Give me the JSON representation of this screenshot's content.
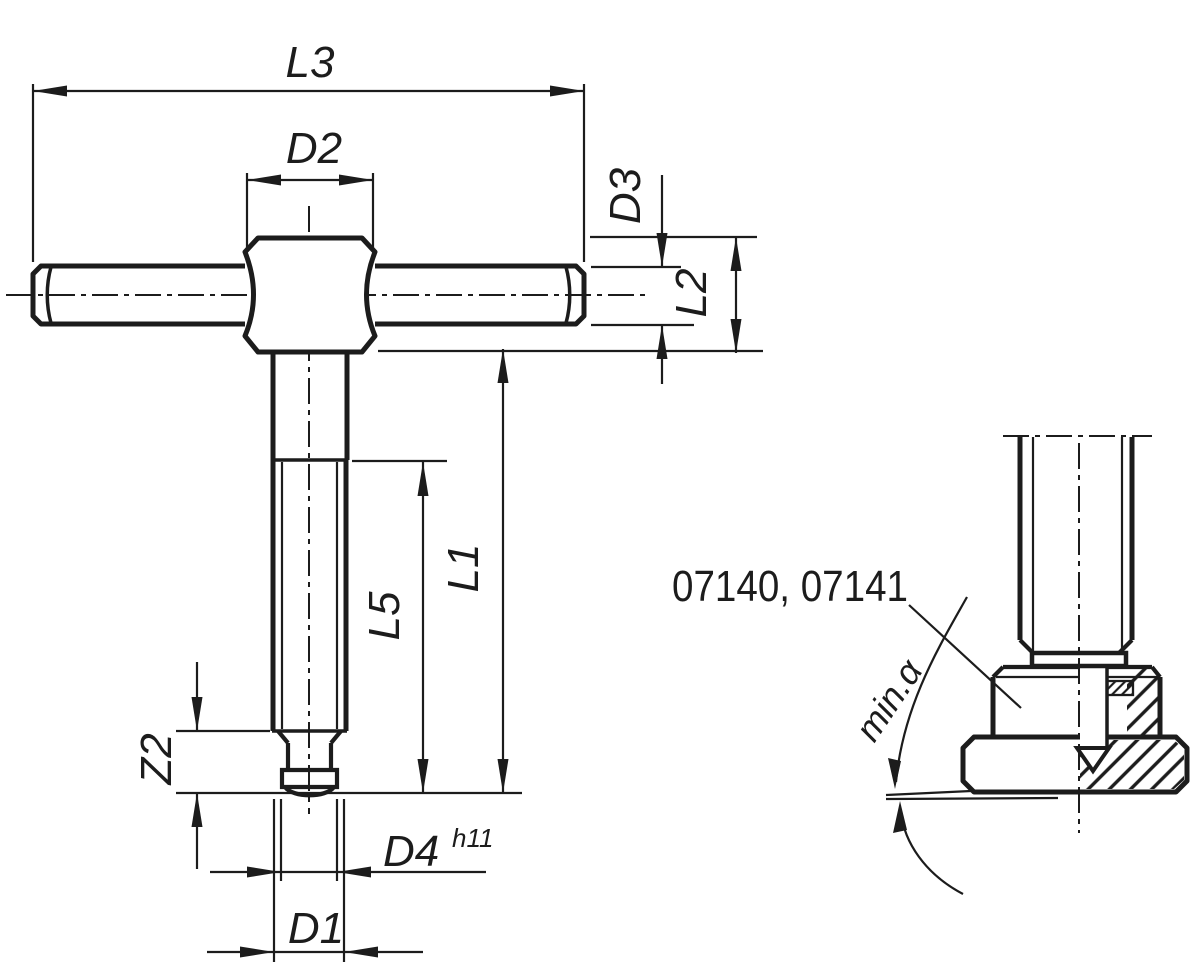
{
  "drawing": {
    "background": "#ffffff",
    "line_color": "#1c1c1c",
    "views": {
      "front_view": {
        "description": "tommy screw with T-bar, front elevation",
        "dimension_labels": {
          "l3": "L3",
          "d2": "D2",
          "d3": "D3",
          "l2": "L2",
          "l1": "L1",
          "l5": "L5",
          "z2": "Z2",
          "d4": "D4",
          "d4_tolerance": "h11",
          "d1": "D1"
        }
      },
      "installed_view": {
        "description": "screw engaged in sectioned T-slot nut",
        "part_numbers": "07140, 07141",
        "angle_label": "min.α"
      }
    }
  }
}
